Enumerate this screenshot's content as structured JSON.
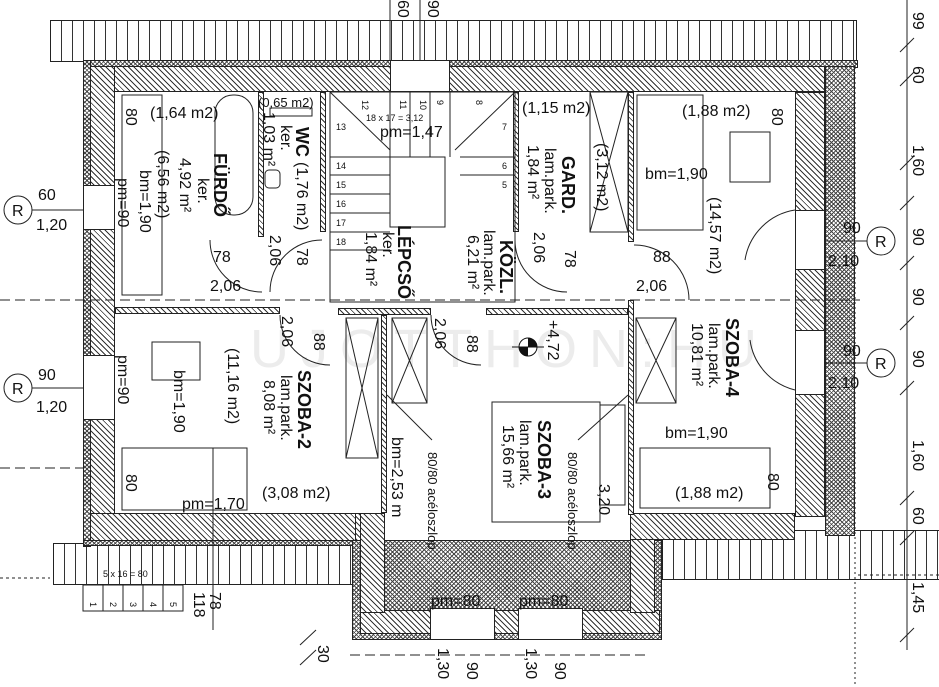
{
  "watermark": "UJOTTHON:HU",
  "level": "+4,72",
  "top_dims": [
    "60",
    "90"
  ],
  "right_dims": [
    "99",
    "60",
    "1,60",
    "90",
    "90",
    "90",
    "1,60",
    "60",
    "1,45"
  ],
  "windows": {
    "marker": "R",
    "left1": {
      "w": "60",
      "h": "1,20"
    },
    "left2": {
      "w": "90",
      "h": "1,20"
    },
    "right1": {
      "w": "90",
      "h": "2,10"
    },
    "right2": {
      "w": "90",
      "h": "2,10"
    }
  },
  "furdo": {
    "name": "FÜRDŐ",
    "floor": "ker.",
    "area": "4,92 m²",
    "gross": "(6,56 m2)",
    "bm": "bm=1,90",
    "pm": "pm=90",
    "upper": "(1,64 m2)",
    "dim": "80",
    "door_w": "78",
    "door_h": "2,06"
  },
  "wc": {
    "name": "WC",
    "gross": "(1,76 m2)",
    "floor": "ker.",
    "area": "1,03 m²",
    "upper": "(0,65 m2)",
    "door_w": "78",
    "door_h": "2,06"
  },
  "lepcso": {
    "name": "LÉPCSŐ",
    "floor": "ker.",
    "area": "1,84 m²",
    "pm": "pm=1,47",
    "formula": "18 x 17 = 3,12",
    "steps": [
      "12",
      "11",
      "10",
      "9",
      "8",
      "13",
      "14",
      "15",
      "16",
      "17",
      "18",
      "7",
      "6",
      "5"
    ]
  },
  "kozl": {
    "name": "KÖZL.",
    "floor": "lam.park.",
    "area": "6,21 m²"
  },
  "gard": {
    "name": "GARD.",
    "floor": "lam.park.",
    "area": "1,84 m²",
    "upper": "(1,15 m2)",
    "gross": "(3,12 m2)",
    "door_w": "78",
    "door_h": "2,06"
  },
  "szoba4": {
    "name": "SZOBA-4",
    "floor": "lam.park.",
    "area": "10,81 m²",
    "gross": "(14,57 m2)",
    "upper": "(1,88 m2)",
    "lower": "(1,88 m2)",
    "bm_top": "bm=1,90",
    "bm_bottom": "bm=1,90",
    "dim_top": "80",
    "dim_bottom": "80",
    "door_w": "88",
    "door_h": "2,06"
  },
  "szoba2": {
    "name": "SZOBA-2",
    "floor": "lam.park.",
    "area": "8,08 m²",
    "gross": "(11,16 m2)",
    "low": "(3,08 m2)",
    "bm": "bm=1,90",
    "pm_low": "pm=1,70",
    "pm": "pm=90",
    "dim": "80",
    "door_w": "88",
    "door_h": "2,06"
  },
  "szoba3": {
    "name": "SZOBA-3",
    "floor": "lam.park.",
    "area": "15,66 m²",
    "bm": "bm=2,53 m",
    "column_left": "80/80 acéloszlop",
    "column_right": "80/80 acéloszlop",
    "dim": "3,20",
    "door_w": "88",
    "door_h": "2,06",
    "win1": {
      "pm": "pm=80",
      "h": "1,30",
      "w": "90"
    },
    "win2": {
      "pm": "pm=80",
      "h": "1,30",
      "w": "90"
    }
  },
  "bottom": {
    "dim_a": "78",
    "dim_b": "118",
    "dim_c": "30",
    "stair_formula": "5 x 16 = 80",
    "steps": [
      "1",
      "2",
      "3",
      "4",
      "5"
    ]
  }
}
